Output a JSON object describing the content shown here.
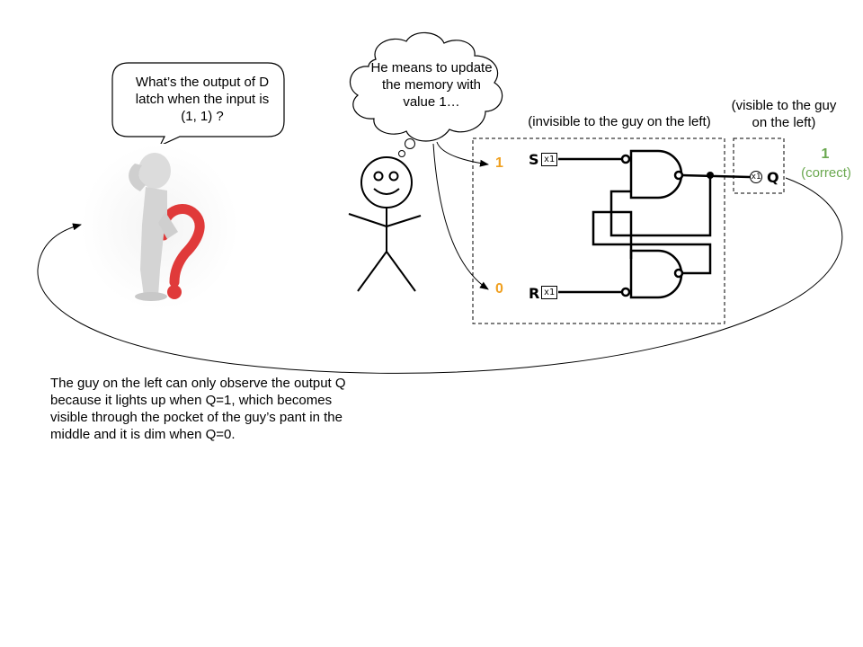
{
  "speech_bubble": {
    "text": "What’s the output of D latch when the input is (1, 1) ?"
  },
  "thought_bubble": {
    "text": "He means to update the memory with value 1…"
  },
  "labels": {
    "invisible": "(invisible to the guy on the left)",
    "visible": "(visible to the guy on the left)"
  },
  "circuit": {
    "input_s_value": "1",
    "input_r_value": "0",
    "s_label": "S",
    "r_label": "R",
    "q_label": "Q",
    "s_tag": "x1",
    "r_tag": "x1",
    "q_tag": "x1",
    "output_value": "1",
    "output_note": "(correct)"
  },
  "caption": "The guy on the left can only observe the output Q because it lights up when Q=1, which becomes visible through the pocket of the guy’s pant in the middle and it is dim when Q=0.",
  "colors": {
    "input_value": "#f0a020",
    "output_value": "#6aa84f",
    "question_mark": "#e03a3a",
    "figure": "#d8d8d8"
  },
  "icons": [
    "confused-person-question-mark-figure",
    "stick-figure-smiling"
  ]
}
